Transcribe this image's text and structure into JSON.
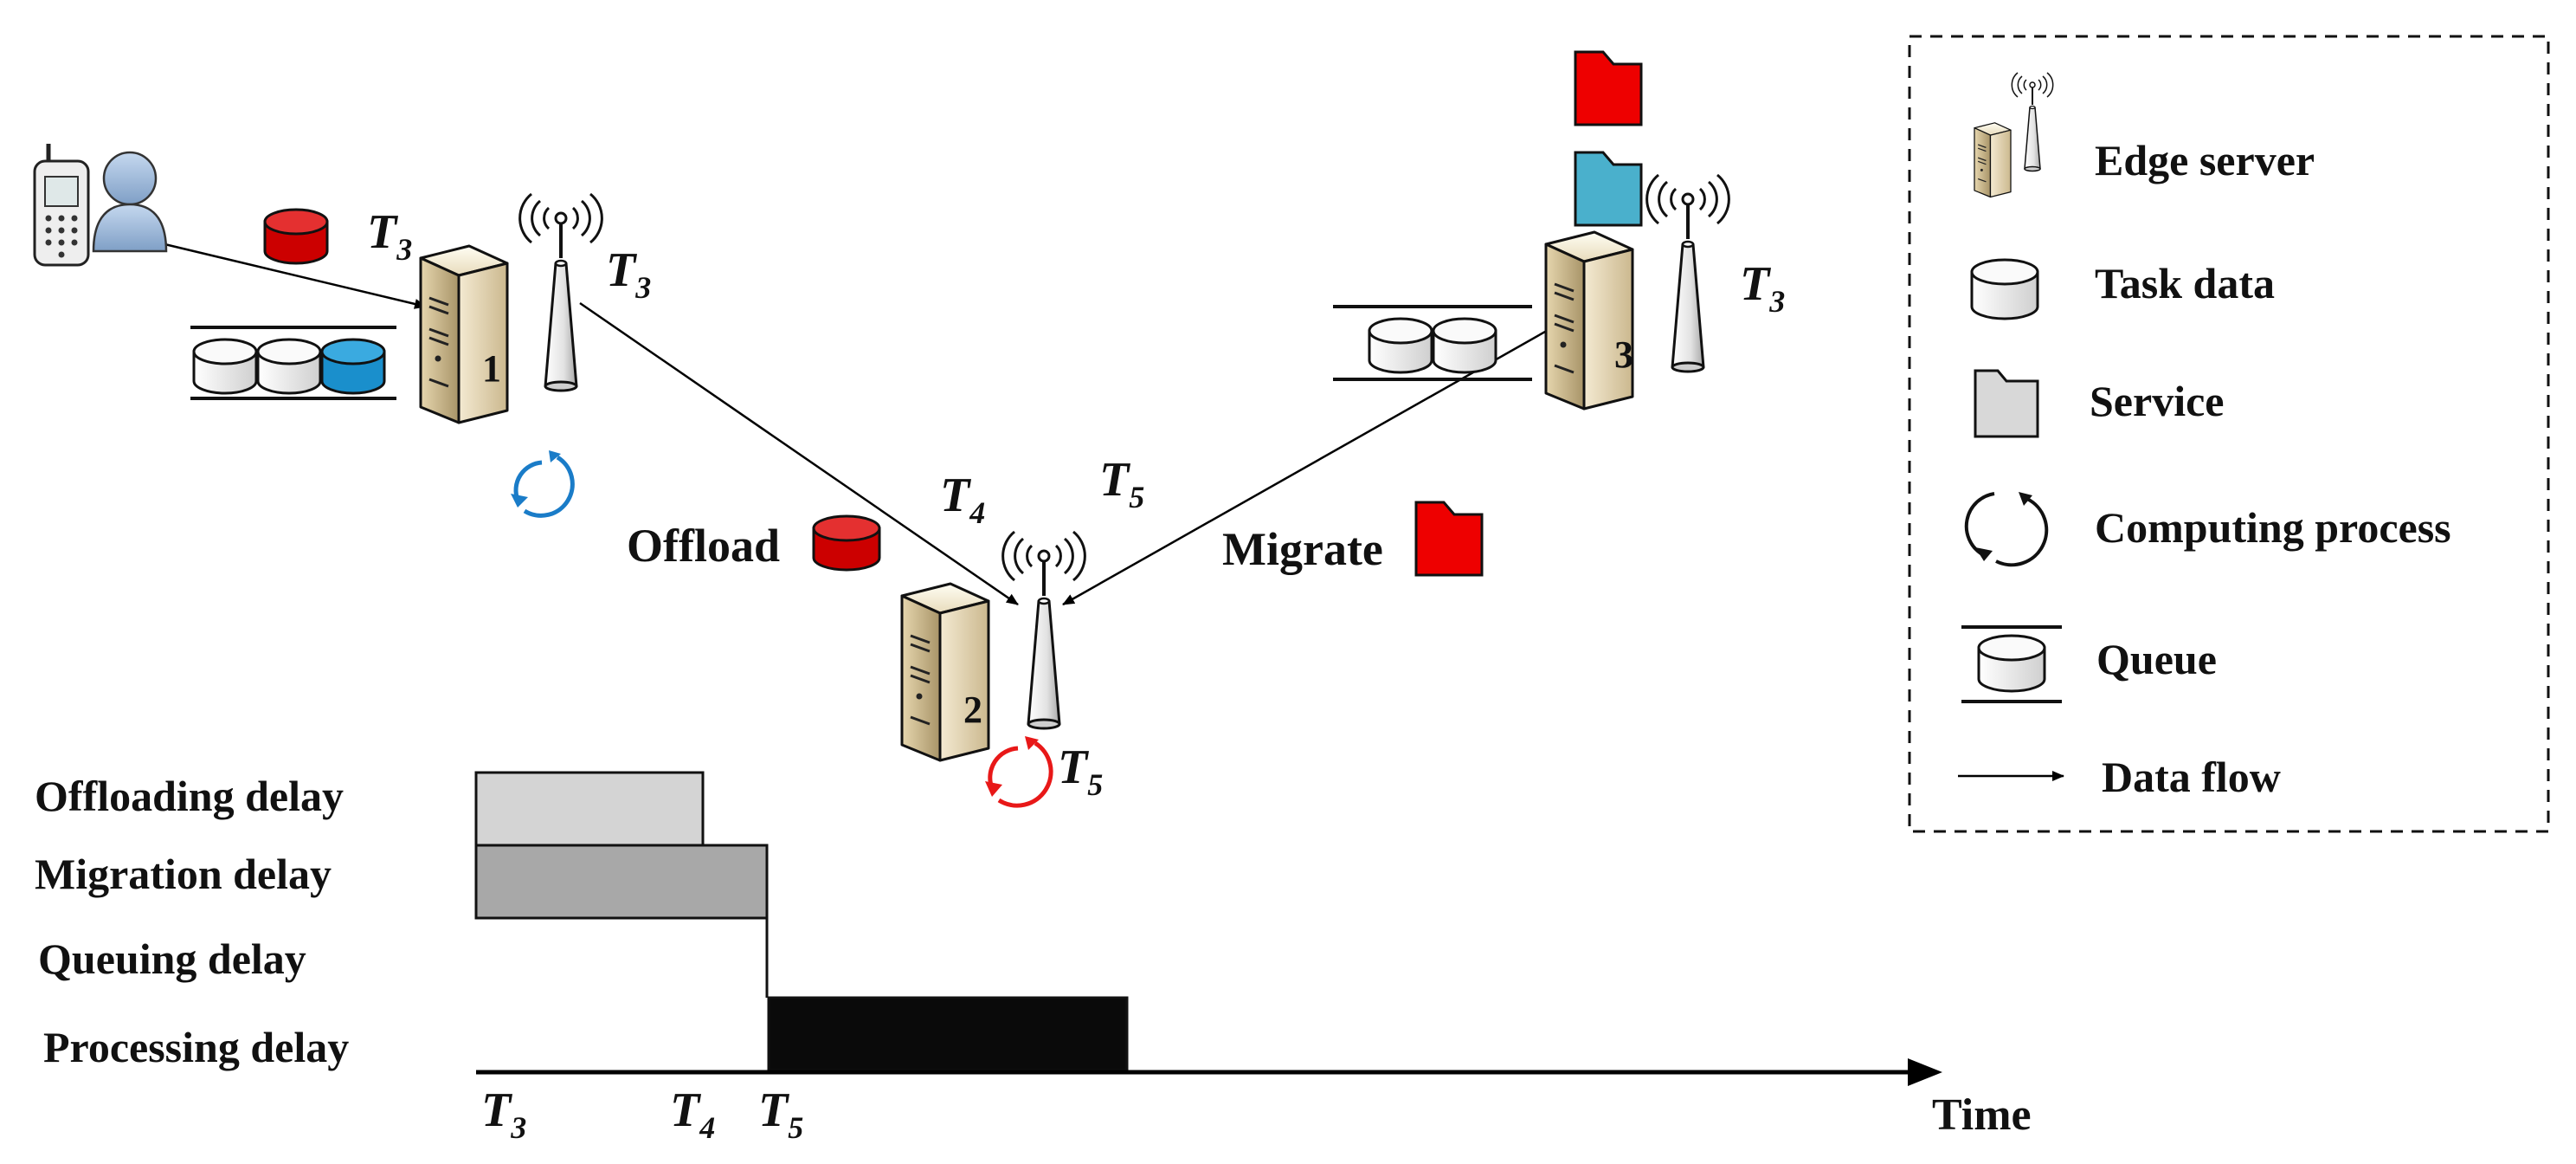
{
  "labels": {
    "t3_user": "T",
    "t3_user_sub": "3",
    "t3_s1": "T",
    "t3_s1_sub": "3",
    "t3_s3": "T",
    "t3_s3_sub": "3",
    "t4_s2": "T",
    "t4_s2_sub": "4",
    "t5_s2_top": "T",
    "t5_s2_top_sub": "5",
    "t5_s2": "T",
    "t5_s2_sub": "5",
    "offload": "Offload",
    "migrate": "Migrate",
    "server1": "1",
    "server2": "2",
    "server3": "3"
  },
  "legend": {
    "edge_server": "Edge server",
    "task_data": "Task data",
    "service": "Service",
    "computing_process": "Computing process",
    "queue": "Queue",
    "data_flow": "Data flow"
  },
  "timeline": {
    "rows": [
      "Offloading delay",
      "Migration delay",
      "Queuing delay",
      "Processing delay"
    ],
    "axis_label": "Time",
    "ticks": [
      {
        "t": "T",
        "sub": "3"
      },
      {
        "t": "T",
        "sub": "4"
      },
      {
        "t": "T",
        "sub": "5"
      }
    ]
  },
  "colors": {
    "task_red": "#cc0000",
    "task_blue": "#1a8fcc",
    "service_red": "#ee0000",
    "service_blue": "#4ab0cc",
    "cycle_blue": "#1a7cc8",
    "cycle_red": "#e81818",
    "offloading_bar": "#d4d4d4",
    "migration_bar": "#a8a8a8",
    "processing_bar": "#0a0a0a"
  }
}
